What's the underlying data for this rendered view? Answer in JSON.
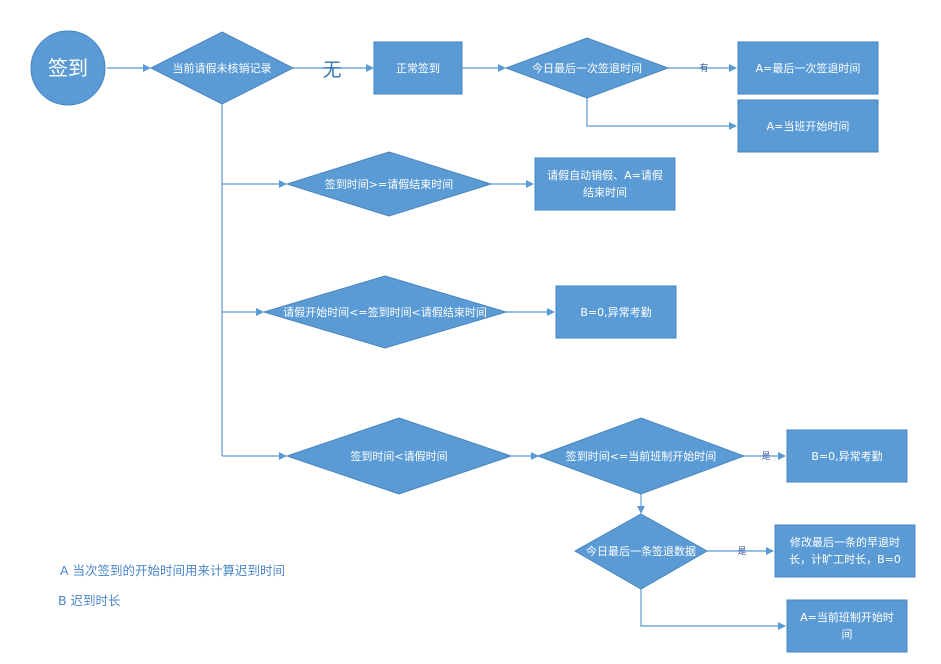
{
  "start": {
    "label": "签到"
  },
  "decisions": {
    "leave_record": "当前请假未核销记录",
    "last_signout_today": "今日最后一次签退时间",
    "ge_leave_end": "签到时间>=请假结束时间",
    "between_leave": "请假开始时间<=签到时间<请假结束时间",
    "lt_leave": "签到时间<请假时间",
    "le_shift_start": "签到时间<=当前班制开始时间",
    "last_early_leave": "今日最后一条签退数据"
  },
  "processes": {
    "normal_signin": "正常签到",
    "a_last_signout": "A=最后一次签退时间",
    "a_shift_start_1": "A=当班开始时间",
    "auto_cancel_line1": "请假自动销假、A=请假",
    "auto_cancel_line2": "结束时间",
    "b0_abnormal_1": "B=0,异常考勤",
    "b0_abnormal_2": "B=0,异常考勤",
    "modify_line1": "修改最后一条的早退时",
    "modify_line2": "长，计旷工时长，B=0",
    "a_current_shift_line1": "A=当前班制开始时",
    "a_current_shift_line2": "间"
  },
  "edge_labels": {
    "none": "无",
    "has": "有",
    "yes_1": "是",
    "yes_2": "是"
  },
  "legend": {
    "a": "A 当次签到的开始时间用来计算迟到时间",
    "b": "B 迟到时长"
  },
  "colors": {
    "shape": "#5b9bd5",
    "connector": "#5b9bd5",
    "legend_text": "#4a86c8"
  }
}
